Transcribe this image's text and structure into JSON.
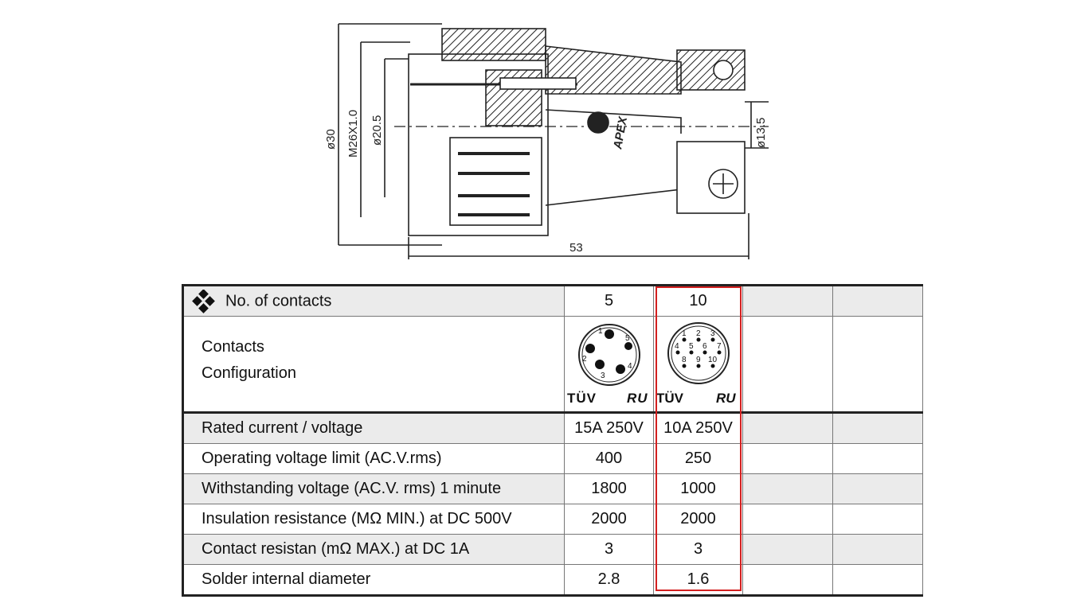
{
  "drawing": {
    "dimensions": {
      "outer_diameter": "ø30",
      "thread": "M26X1.0",
      "inner_diameter": "ø20.5",
      "cable_diameter": "ø13.5",
      "length": "53"
    },
    "brand_mark": "APEX"
  },
  "table": {
    "header": {
      "label": "No. of contacts",
      "values": [
        "5",
        "10",
        "",
        ""
      ]
    },
    "configuration": {
      "label_line1": "Contacts",
      "label_line2": "Configuration",
      "pin_labels_5": [
        "1",
        "2",
        "3",
        "4",
        "5"
      ],
      "pin_labels_10": [
        "1",
        "2",
        "3",
        "4",
        "5",
        "6",
        "7",
        "8",
        "9",
        "10"
      ],
      "cert_tuv": "TÜV",
      "cert_ul": "RU"
    },
    "rows": [
      {
        "label": "Rated current / voltage",
        "values": [
          "15A 250V",
          "10A 250V",
          "",
          ""
        ]
      },
      {
        "label": "Operating voltage limit (AC.V.rms)",
        "values": [
          "400",
          "250",
          "",
          ""
        ]
      },
      {
        "label": "Withstanding voltage (AC.V. rms) 1 minute",
        "values": [
          "1800",
          "1000",
          "",
          ""
        ]
      },
      {
        "label": "Insulation resistance (MΩ MIN.) at DC 500V",
        "values": [
          "2000",
          "2000",
          "",
          ""
        ]
      },
      {
        "label": "Contact resistan (mΩ MAX.) at DC 1A",
        "values": [
          "3",
          "3",
          "",
          ""
        ]
      },
      {
        "label": "Solder internal diameter",
        "values": [
          "2.8",
          "1.6",
          "",
          ""
        ]
      }
    ]
  },
  "colors": {
    "highlight": "#d42020",
    "shade": "#ebebeb",
    "line": "#222222"
  }
}
